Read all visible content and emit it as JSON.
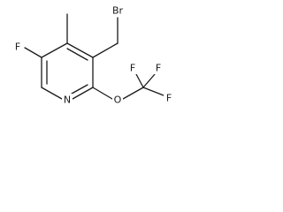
{
  "molecule": {
    "atoms": {
      "br": "Br",
      "f_ring": "F",
      "n_ring": "N",
      "o_ether": "O",
      "f_cf3_top_left": "F",
      "f_cf3_top_right": "F",
      "f_cf3_right": "F"
    }
  }
}
